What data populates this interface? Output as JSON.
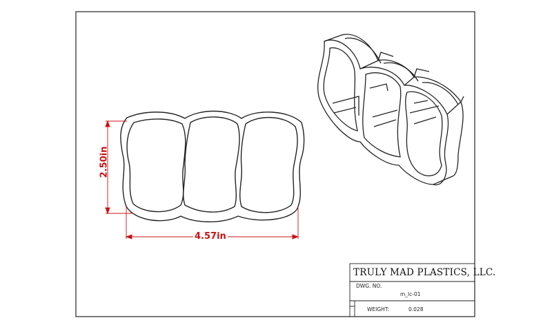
{
  "drawing": {
    "title_block": {
      "company": "TRULY MAD PLASTICS, LLC.",
      "dwg_no_label": "DWG. NO.",
      "dwg_no_value": "m_lc-01",
      "weight_label": "WEIGHT:",
      "weight_value": "0.028"
    },
    "dimensions": {
      "height": "2.50in",
      "width": "4.57in"
    },
    "colors": {
      "line": "#222222",
      "dimension": "#cc1111"
    }
  }
}
